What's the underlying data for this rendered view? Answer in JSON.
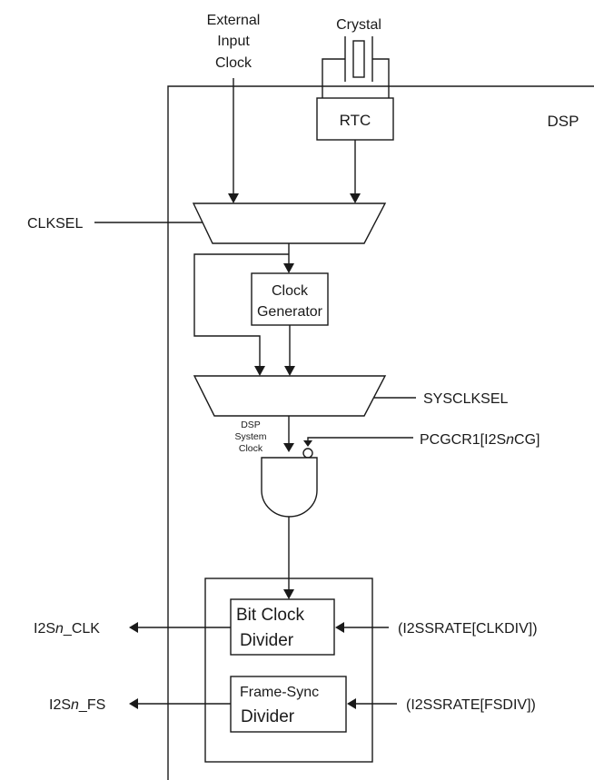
{
  "inputs": {
    "external_clock": [
      "External",
      "Input",
      "Clock"
    ],
    "crystal": "Crystal"
  },
  "blocks": {
    "dsp": "DSP",
    "rtc": "RTC",
    "clock_generator": [
      "Clock",
      "Generator"
    ],
    "bit_clock_divider": [
      "Bit Clock",
      "Divider"
    ],
    "frame_sync_divider": [
      "Frame-Sync",
      "Divider"
    ]
  },
  "mux_labels": {
    "clksel": "CLKSEL",
    "sysclksel": "SYSCLKSEL"
  },
  "signals": {
    "dsp_system_clock": [
      "DSP",
      "System",
      "Clock"
    ],
    "pcgcr1": {
      "prefix": "PCGCR1[I2S",
      "italic": "n",
      "suffix": "CG]"
    }
  },
  "outputs": {
    "clk": {
      "prefix": "I2S",
      "italic": "n",
      "suffix": "_CLK"
    },
    "fs": {
      "prefix": "I2S",
      "italic": "n",
      "suffix": "_FS"
    }
  },
  "register_inputs": {
    "clkdiv": "(I2SSRATE[CLKDIV])",
    "fsdiv": "(I2SSRATE[FSDIV])"
  }
}
